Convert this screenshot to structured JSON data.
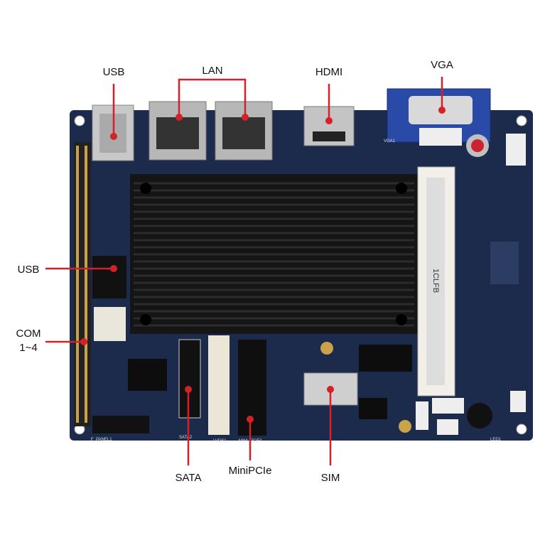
{
  "labels": {
    "usb_top": "USB",
    "lan": "LAN",
    "hdmi": "HDMI",
    "vga": "VGA",
    "usb_left": "USB",
    "com_line1": "COM",
    "com_line2": "1~4",
    "sata": "SATA",
    "minipcie": "MiniPCIe",
    "sim": "SIM"
  },
  "silkscreen": {
    "dimm": "1CLFB",
    "f_panel": "F_PANEL1",
    "lvds": "LVDS1",
    "mini_pcie": "MINI_PCIE1",
    "sata2": "SATA2",
    "vga1": "VGA1",
    "led": "LED1"
  },
  "colors": {
    "board": "#1c2b4c",
    "heatsink": "#151515",
    "callout": "#d42027",
    "vga_connector": "#2a4aa8"
  }
}
